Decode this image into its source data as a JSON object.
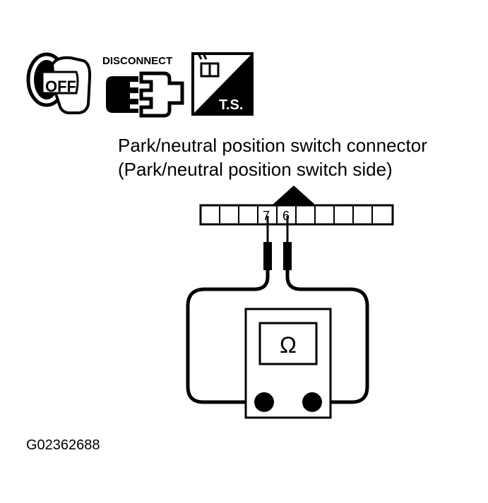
{
  "icons": {
    "ignition": {
      "name": "ignition-key-off-icon",
      "text": "OFF"
    },
    "disconnect": {
      "name": "connector-disconnect-icon",
      "text": "DISCONNECT"
    },
    "harness": {
      "name": "harness-connector-ts-icon",
      "text": "T.S."
    }
  },
  "title": {
    "line1": "Park/neutral position switch connector",
    "line2": "(Park/neutral position switch side)"
  },
  "connector": {
    "terminal_left": "7",
    "terminal_right": "6"
  },
  "meter": {
    "symbol": "Ω"
  },
  "figure_code": "G02362688",
  "colors": {
    "ink": "#000000",
    "paper": "#ffffff"
  }
}
